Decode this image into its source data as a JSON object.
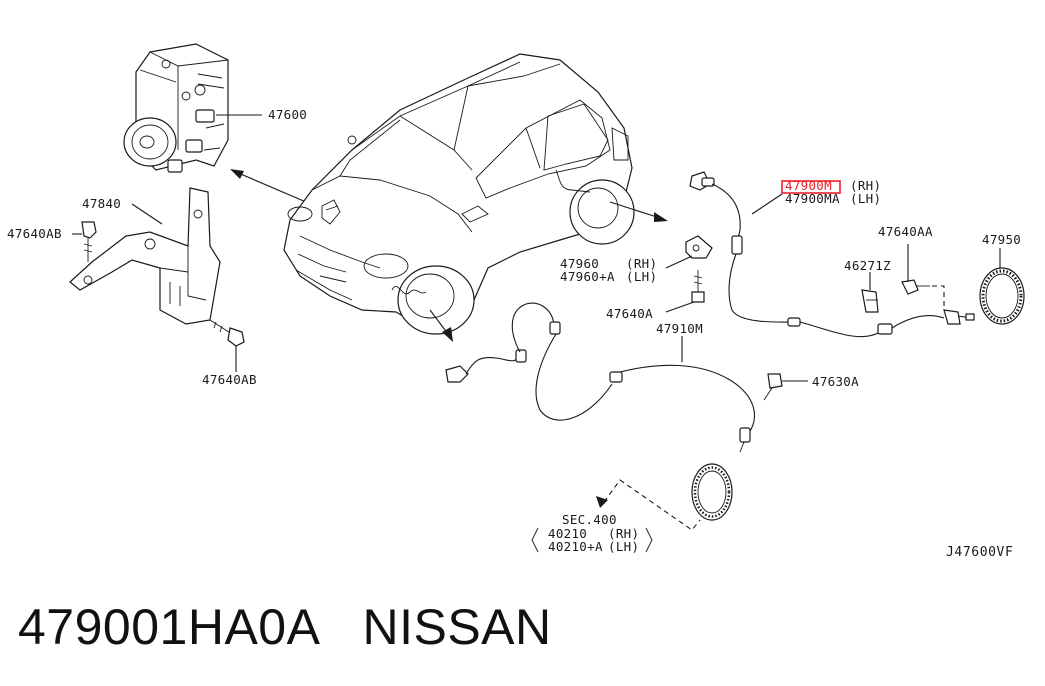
{
  "labels": {
    "abs_unit": "47600",
    "bracket": "47840",
    "bolt_ab_left": "47640AB",
    "bolt_ab_bottom": "47640AB",
    "front_sensor_rh": "47900M",
    "front_sensor_rh_side": "(RH)",
    "front_sensor_lh": "47900MA",
    "front_sensor_lh_side": "(LH)",
    "bolt_aa": "47640AA",
    "sensor_rotor": "47950",
    "clip": "46271Z",
    "bracket_960_rh": "47960",
    "bracket_960_rh_side": "(RH)",
    "bracket_960_lh": "47960+A",
    "bracket_960_lh_side": "(LH)",
    "bolt_a": "47640A",
    "rear_sensor": "47910M",
    "bolt_630": "47630A",
    "sec_ref": "SEC.400",
    "hub_rh": "40210",
    "hub_rh_side": "(RH)",
    "hub_lh": "40210+A",
    "hub_lh_side": "(LH)",
    "diagram_code": "J47600VF"
  },
  "highlight": {
    "part": "47900M",
    "color": "#e8202a"
  },
  "caption": {
    "part_number": "479001HA0A",
    "brand": "NISSAN"
  }
}
